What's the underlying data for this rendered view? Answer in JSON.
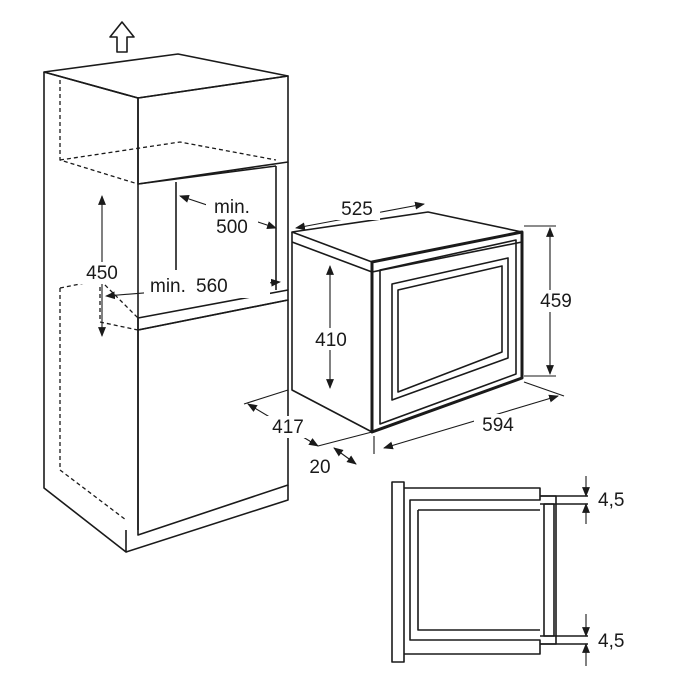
{
  "labels": {
    "min_500_word": "min.",
    "min_500_value": "500",
    "dim_450": "450",
    "min_560_word": "min.",
    "min_560_value": "560",
    "dim_525": "525",
    "dim_459": "459",
    "dim_410": "410",
    "dim_417": "417",
    "dim_594": "594",
    "dim_20": "20",
    "dim_4_5_top": "4,5",
    "dim_4_5_bottom": "4,5"
  },
  "icons": {
    "up_arrow": "up-arrow-icon"
  },
  "colors": {
    "ink": "#1a1a1a",
    "background": "#ffffff"
  }
}
